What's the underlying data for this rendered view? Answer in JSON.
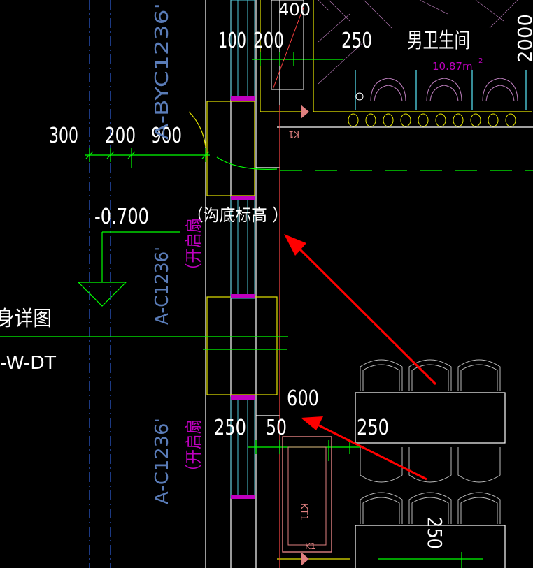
{
  "labels": {
    "dim_300": "300",
    "dim_200_left": "200",
    "dim_900": "900",
    "dim_100": "100",
    "dim_200_top": "200",
    "dim_4xx": "400",
    "dim_250_top": "250",
    "dim_2000": "2000",
    "room_name": "男卫生间",
    "room_area": "10.87m",
    "room_area_sup": "2",
    "level_value": "-0.700",
    "level_note": "（沟底标高 ）",
    "window_tag_top": "A-BYC1236'",
    "window_tag_mid": "A-C1236'",
    "window_tag_bottom": "A-C1236'",
    "open_note_mid": "（开启扇",
    "open_note_bottom": "（开启扇",
    "detail_title": "身详图",
    "detail_code": "-W-DT",
    "dim_600": "600",
    "dim_250_left": "250",
    "dim_50": "50",
    "dim_250_right": "250",
    "dim_250_bottom": "250",
    "kt1_label": "KT1",
    "k1_label_top": "K1",
    "k1_label_bottom": "K1"
  },
  "colors": {
    "background": "#000000",
    "dim_text": "#ffffff",
    "dim_line": "#00ff00",
    "axis_line": "#2f5fd8",
    "tag_text": "#5a7cb8",
    "magenta_text": "#c000c0",
    "wall_line": "#ffffff",
    "yellow_line": "#e6e600",
    "red_line": "#ff2020",
    "annotation_arrow": "#ff0000",
    "equipment": "#e08080"
  }
}
